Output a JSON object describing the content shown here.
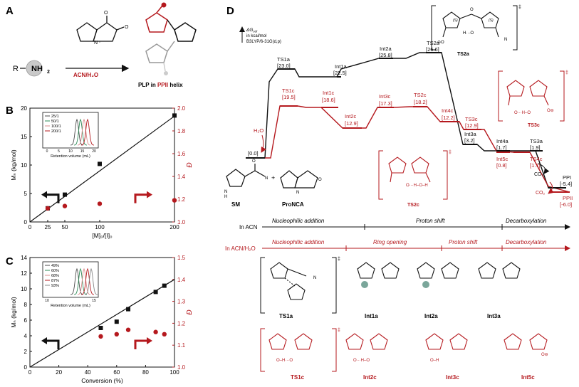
{
  "panel_labels": {
    "a": "A",
    "b": "B",
    "c": "C",
    "d": "D"
  },
  "scheme_a": {
    "amine": "R",
    "amine_group": "NH",
    "amine_subscript": "2",
    "conditions": "ACN/H₂O",
    "product_prefix": "PLP in ",
    "product_highlight": "PPII",
    "product_suffix": " helix"
  },
  "colors": {
    "red": "#b5191e",
    "black": "#111111",
    "gray": "#888888"
  },
  "chart_data": [
    {
      "type": "scatter",
      "panel": "B",
      "xlabel": "[M]₀/[I]₀",
      "ylabel": "Mₙ (kg/mol)",
      "ylabel_right": "Đ",
      "xticks": [
        "0",
        "25",
        "50",
        "100",
        "200"
      ],
      "ylim": [
        0,
        20
      ],
      "yticks": [
        "0",
        "5",
        "10",
        "15",
        "20"
      ],
      "ylim_right": [
        1.0,
        2.0
      ],
      "yticks_right": [
        "1.0",
        "1.2",
        "1.4",
        "1.6",
        "1.8",
        "2.0"
      ],
      "series": [
        {
          "name": "Mn",
          "color": "#111111",
          "marker": "square",
          "x": [
            25,
            50,
            100,
            200
          ],
          "y": [
            2.4,
            4.8,
            10.2,
            18.7
          ]
        },
        {
          "name": "Đ",
          "color": "#b5191e",
          "marker": "circle",
          "axis": "right",
          "x": [
            25,
            50,
            100,
            200
          ],
          "y": [
            1.12,
            1.14,
            1.16,
            1.19
          ]
        }
      ],
      "fit_line": {
        "x": [
          0,
          200
        ],
        "y": [
          0,
          18.6
        ]
      },
      "inset": {
        "xlabel": "Retention volume (mL)",
        "xticks": [
          "0",
          "5",
          "10",
          "15",
          "20"
        ],
        "legend": [
          "25/1",
          "50/1",
          "100/1",
          "200/1"
        ]
      }
    },
    {
      "type": "scatter",
      "panel": "C",
      "xlabel": "Conversion (%)",
      "ylabel": "Mₙ (kg/mol)",
      "ylabel_right": "Đ",
      "xticks": [
        "0",
        "20",
        "40",
        "60",
        "80",
        "100"
      ],
      "ylim": [
        0,
        14
      ],
      "yticks": [
        "0",
        "2",
        "4",
        "6",
        "8",
        "10",
        "12",
        "14"
      ],
      "ylim_right": [
        1.0,
        1.5
      ],
      "yticks_right": [
        "1.0",
        "1.1",
        "1.2",
        "1.3",
        "1.4",
        "1.5"
      ],
      "series": [
        {
          "name": "Mn",
          "color": "#111111",
          "marker": "square",
          "x": [
            49,
            60,
            68,
            87,
            93
          ],
          "y": [
            5.0,
            5.8,
            7.4,
            9.6,
            10.4
          ]
        },
        {
          "name": "Đ",
          "color": "#b5191e",
          "marker": "circle",
          "axis": "right",
          "x": [
            49,
            60,
            68,
            87,
            93
          ],
          "y": [
            1.14,
            1.15,
            1.17,
            1.16,
            1.15
          ]
        }
      ],
      "fit_line": {
        "x": [
          0,
          100
        ],
        "y": [
          0,
          11.2
        ]
      },
      "inset": {
        "xlabel": "Retention volume (mL)",
        "xticks": [
          "10",
          "15"
        ],
        "legend": [
          "49%",
          "60%",
          "68%",
          "87%",
          "93%"
        ]
      }
    }
  ],
  "panel_d": {
    "axis_label": "ΔG",
    "axis_label_sub": "sol",
    "axis_unit": "in kcal/mol",
    "axis_method": "B3LYP/6-31G(d,p)",
    "black_states": [
      {
        "name": "[0.0]"
      },
      {
        "name": "TS1a",
        "value": "[23.0]"
      },
      {
        "name": "Int1a",
        "value": "[22.5]"
      },
      {
        "name": "Int2a",
        "value": "[25.8]"
      },
      {
        "name": "TS2a",
        "value": "[26.6]"
      },
      {
        "name": "Int3a",
        "value": "[3.2]"
      },
      {
        "name": "Int4a",
        "value": "[1.7]"
      },
      {
        "name": "TS3a",
        "value": "[1.9]"
      },
      {
        "name": "PPI",
        "value": "[-5.4]"
      }
    ],
    "red_states": [
      {
        "name": "TS1c",
        "value": "[19.5]"
      },
      {
        "name": "Int1c",
        "value": "[18.6]"
      },
      {
        "name": "Int2c",
        "value": "[12.9]"
      },
      {
        "name": "Int3c",
        "value": "[17.3]"
      },
      {
        "name": "TS2c",
        "value": "[18.2]"
      },
      {
        "name": "Int4c",
        "value": "[12.2]"
      },
      {
        "name": "TS3c",
        "value": "[12.9]"
      },
      {
        "name": "Int5c",
        "value": "[0.8]"
      },
      {
        "name": "TS4c",
        "value": "[1.7]"
      },
      {
        "name": "PPII",
        "value": "[-6.0]"
      }
    ],
    "species": {
      "sm": "SM",
      "pronca": "ProNCA",
      "plus": "+",
      "h2o": "H₂O",
      "co2_black": "CO₂",
      "co2_red": "CO₂"
    },
    "ts_structures": {
      "ts2a": "TS2a",
      "ts3c": "TS3c",
      "ts2c": "TS2c"
    },
    "phases_acn": {
      "label": "In ACN",
      "steps": [
        "Nucleophilic addition",
        "Proton shift",
        "Decarboxylation"
      ]
    },
    "phases_acn_h2o": {
      "label": "In ACN/H₂O",
      "steps": [
        "Nucleophilic addition",
        "Ring opening",
        "Proton shift",
        "Decarboxylation"
      ]
    },
    "structures_black": [
      "TS1a",
      "Int1a",
      "Int2a",
      "Int3a"
    ],
    "structures_red": [
      "TS1c",
      "Int2c",
      "Int3c",
      "Int5c"
    ]
  }
}
